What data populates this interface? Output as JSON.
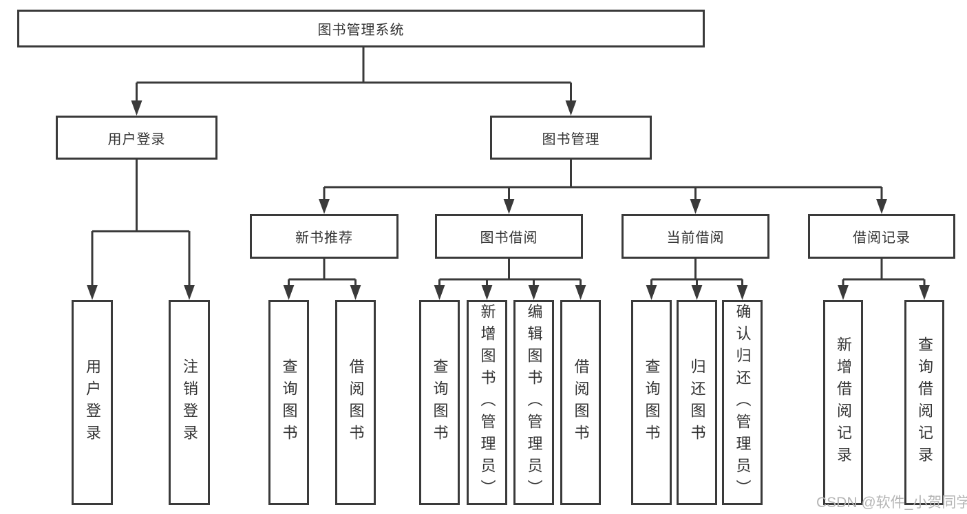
{
  "diagram": {
    "root_label": "图书管理系统",
    "branches": [
      {
        "label": "用户登录",
        "leaves": [
          "用户登录",
          "注销登录"
        ]
      },
      {
        "label": "图书管理",
        "groups": [
          {
            "label": "新书推荐",
            "leaves": [
              "查询图书",
              "借阅图书"
            ]
          },
          {
            "label": "图书借阅",
            "leaves": [
              "查询图书",
              "新增图书（管理员）",
              "编辑图书（管理员）",
              "借阅图书"
            ]
          },
          {
            "label": "当前借阅",
            "leaves": [
              "查询图书",
              "归还图书",
              "确认归还（管理员）"
            ]
          },
          {
            "label": "借阅记录",
            "leaves": [
              "新增借阅记录",
              "查询借阅记录"
            ]
          }
        ]
      }
    ]
  },
  "watermark": "CSDN @软件_小贺同学",
  "colors": {
    "line": "#3a3a3a",
    "box_border": "#3a3a3a",
    "text": "#333333",
    "watermark": "#b5b5b5",
    "background": "#ffffff"
  }
}
